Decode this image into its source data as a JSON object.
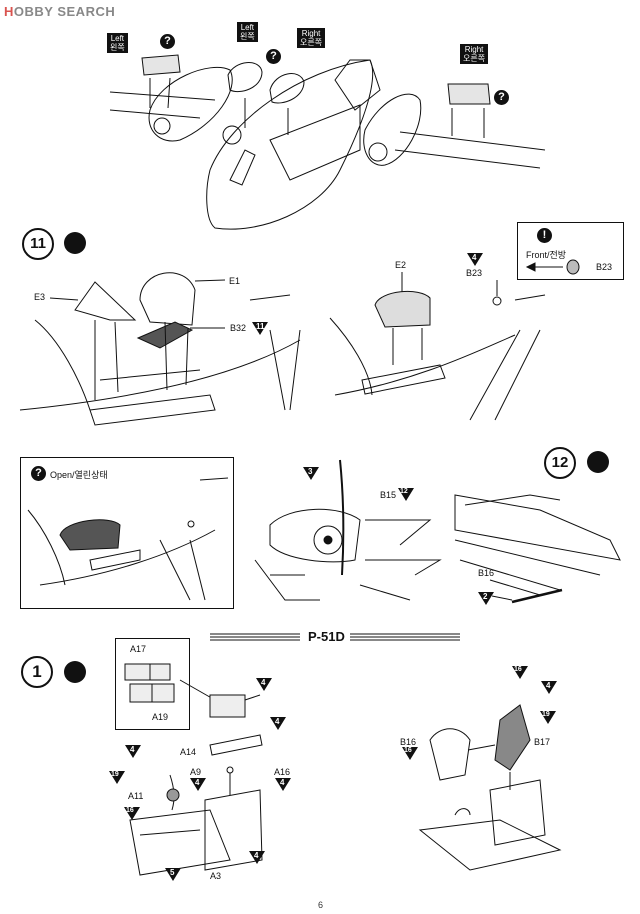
{
  "watermark": {
    "brand_h": "H",
    "brand_rest": "OBBY",
    "search": "SEARCH"
  },
  "top": {
    "left_tag_1": {
      "en": "Left",
      "ko": "왼쪽"
    },
    "left_tag_2": {
      "en": "Left",
      "ko": "왼쪽"
    },
    "right_tag_1": {
      "en": "Right",
      "ko": "오른쪽"
    },
    "right_tag_2": {
      "en": "Right",
      "ko": "오른쪽"
    },
    "q": "?"
  },
  "step11": {
    "number": "11",
    "labels": {
      "e3": "E3",
      "e1": "E1",
      "b32": "B32",
      "b32_num": "11",
      "e2": "E2",
      "b23": "B23",
      "b23_num": "4"
    },
    "front_box": {
      "title": "Front/전방",
      "part": "B23",
      "mark": "!"
    }
  },
  "open_box": {
    "title": "Open/열린상태",
    "q": "?"
  },
  "b15": {
    "part": "B15",
    "left_num": "3",
    "right_num": "12"
  },
  "step12": {
    "number": "12",
    "part": "B16",
    "num": "2"
  },
  "section": {
    "title": "P-51D"
  },
  "step1": {
    "number": "1",
    "inset": {
      "a17": "A17",
      "a19": "A19"
    },
    "labels": {
      "a14": "A14",
      "a9": "A9",
      "a16": "A16",
      "a11": "A11",
      "a3": "A3",
      "b16": "B16",
      "b17": "B17"
    },
    "nums": {
      "n4a": "4",
      "n4b": "4",
      "n4c": "4",
      "n4d": "4",
      "n4e": "4",
      "n4f": "4",
      "n4g": "4",
      "n19a": "19",
      "n16a": "16",
      "n5": "5",
      "r16": "16",
      "r4": "4",
      "r19": "19",
      "r16b": "16"
    }
  },
  "page_number": "6"
}
